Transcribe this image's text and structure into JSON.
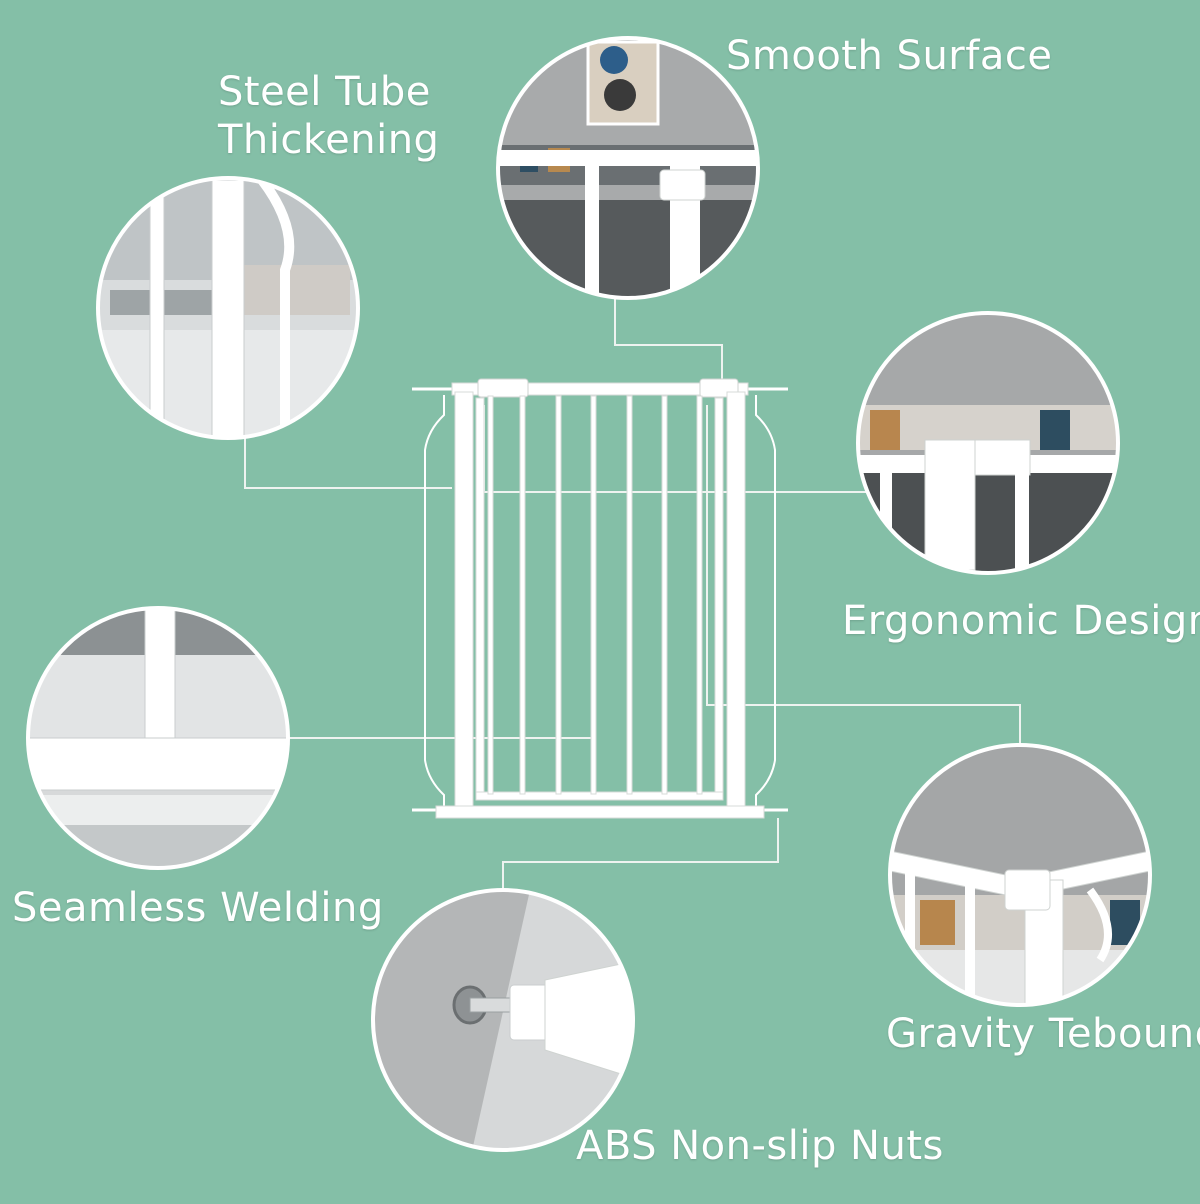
{
  "colors": {
    "background": "#84bfa7",
    "gate": "#ffffff",
    "connector": "#f4f7f5"
  },
  "features": [
    {
      "id": "steel-tube",
      "lines": [
        "Steel Tube",
        "Thickening"
      ]
    },
    {
      "id": "smooth-surface",
      "lines": [
        "Smooth Surface"
      ]
    },
    {
      "id": "ergonomic",
      "lines": [
        "Ergonomic Design"
      ]
    },
    {
      "id": "seamless",
      "lines": [
        "Seamless Welding"
      ]
    },
    {
      "id": "gravity",
      "lines": [
        "Gravity Tebound"
      ]
    },
    {
      "id": "abs-nuts",
      "lines": [
        "ABS Non-slip Nuts"
      ]
    }
  ]
}
